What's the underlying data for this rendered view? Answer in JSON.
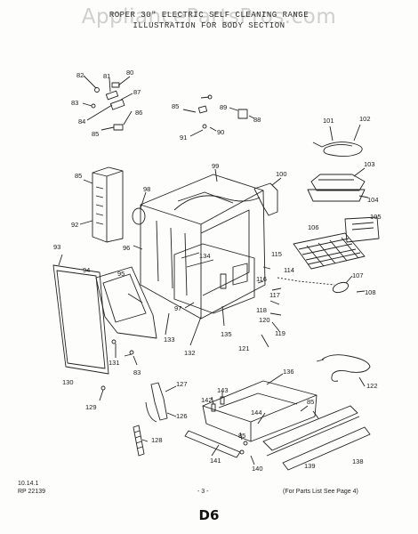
{
  "watermark": "AppliancePartsPros.com",
  "title_line1": "ROPER 30\" ELECTRIC SELF CLEANING RANGE",
  "title_line2": "ILLUSTRATION FOR BODY SECTION",
  "callouts": [
    "82",
    "81",
    "80",
    "87",
    "83",
    "84",
    "86",
    "85",
    "85",
    "89",
    "88",
    "91",
    "90",
    "101",
    "102",
    "103",
    "104",
    "85",
    "98",
    "99",
    "100",
    "92",
    "96",
    "93",
    "94",
    "95",
    "134",
    "115",
    "114",
    "116",
    "117",
    "118",
    "120",
    "119",
    "121",
    "105",
    "106",
    "107",
    "108",
    "97",
    "133",
    "132",
    "135",
    "130",
    "131",
    "83",
    "129",
    "127",
    "126",
    "128",
    "143",
    "142",
    "136",
    "144",
    "85",
    "122",
    "141",
    "140",
    "85",
    "139",
    "138"
  ],
  "footer": {
    "code1": "10.14.1",
    "code2": "RP 22139",
    "page_no": "- 3 -",
    "note": "(For Parts List See Page 4)",
    "page_id": "D6"
  }
}
